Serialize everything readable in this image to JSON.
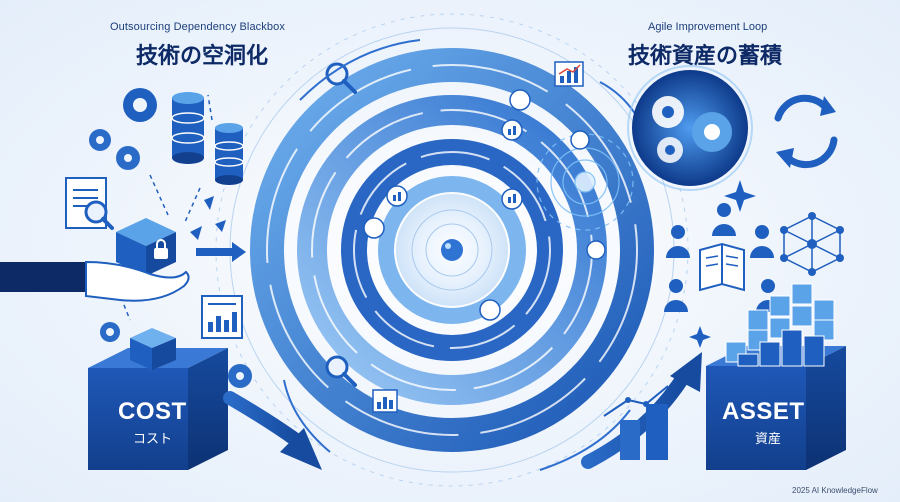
{
  "left_panel": {
    "subtitle": "Outsourcing Dependency Blackbox",
    "title": "技術の空洞化",
    "box_label_en": "COST",
    "box_label_ja": "コスト"
  },
  "right_panel": {
    "subtitle": "Agile Improvement Loop",
    "title": "技術資産の蓄積",
    "box_label_en": "ASSET",
    "box_label_ja": "資産"
  },
  "credit": "2025 AI KnowledgeFlow",
  "colors": {
    "primary_blue": "#1f5fbf",
    "dark_navy": "#0d2a66",
    "light_blue": "#5aa3e8",
    "background": "#eef4fc"
  },
  "icons": [
    "gear-icon",
    "database-icon",
    "document-icon",
    "magnifier-icon",
    "package-icon",
    "lock-icon",
    "hand-icon",
    "chart-icon",
    "people-icon",
    "book-icon",
    "network-icon",
    "cycle-arrows-icon",
    "cubes-icon",
    "growth-arrow-icon"
  ]
}
